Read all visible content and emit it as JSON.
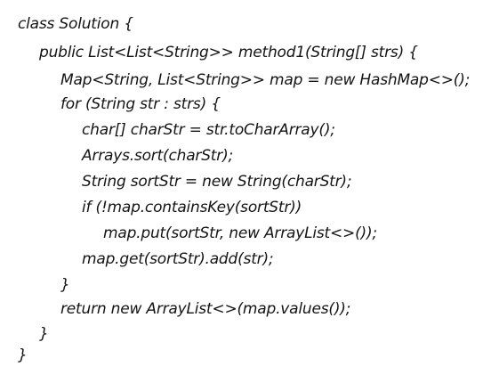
{
  "code": {
    "lines": [
      "class Solution {",
      "public List<List<String>> method1(String[] strs) {",
      "Map<String, List<String>> map = new HashMap<>();",
      "for (String str : strs) {",
      "char[] charStr = str.toCharArray();",
      "Arrays.sort(charStr);",
      "String sortStr = new String(charStr);",
      "if (!map.containsKey(sortStr))",
      "map.put(sortStr, new ArrayList<>());",
      "map.get(sortStr).add(str);",
      "}",
      "return new ArrayList<>(map.values());",
      "}",
      "}"
    ]
  }
}
